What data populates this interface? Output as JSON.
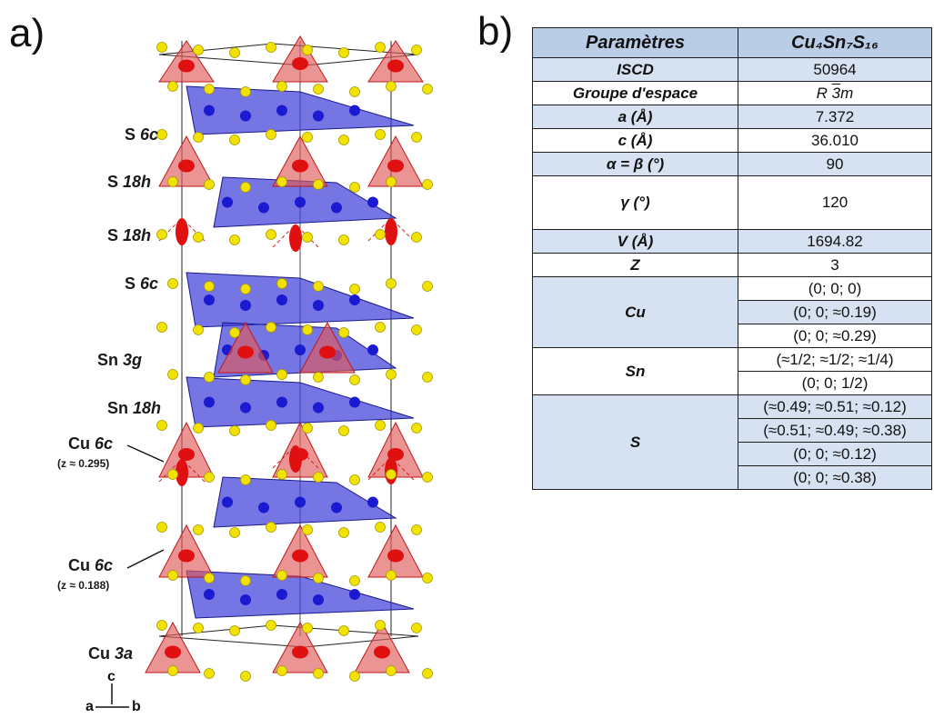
{
  "panels": {
    "a": "a)",
    "b": "b)"
  },
  "structure_labels": [
    {
      "element": "S",
      "site": "6c"
    },
    {
      "element": "S",
      "site": "18h"
    },
    {
      "element": "S",
      "site": "18h"
    },
    {
      "element": "S",
      "site": "6c"
    },
    {
      "element": "Sn",
      "site": "3g"
    },
    {
      "element": "Sn",
      "site": "18h"
    },
    {
      "element": "Cu",
      "site": "6c",
      "note": "(z ≈ 0.295)"
    },
    {
      "element": "Cu",
      "site": "6c",
      "note": "(z ≈ 0.188)"
    },
    {
      "element": "Cu",
      "site": "3a"
    }
  ],
  "axes": {
    "c": "c",
    "a": "a",
    "b": "b"
  },
  "table": {
    "header": [
      "Paramètres",
      "Cu₄Sn₇S₁₆"
    ],
    "rows": {
      "icsd": {
        "label": "ISCD",
        "value": "50964"
      },
      "space_group": {
        "label": "Groupe d'espace",
        "value_prefix": "R ",
        "value_bar": "3",
        "value_suffix": "m"
      },
      "a": {
        "label": "a (Å)",
        "value": "7.372"
      },
      "c": {
        "label": "c (Å)",
        "value": "36.010"
      },
      "alpha_beta": {
        "label": "α = β (°)",
        "value": "90"
      },
      "gamma": {
        "label": "γ (°)",
        "value": "120"
      },
      "volume": {
        "label": "V (Å)",
        "value": "1694.82"
      },
      "z": {
        "label": "Z",
        "value": "3"
      }
    },
    "cu": {
      "label": "Cu",
      "positions": [
        "(0; 0; 0)",
        "(0; 0; ≈0.19)",
        "(0; 0; ≈0.29)"
      ]
    },
    "sn": {
      "label": "Sn",
      "positions": [
        "(≈1/2; ≈1/2; ≈1/4)",
        "(0; 0; 1/2)"
      ]
    },
    "s": {
      "label": "S",
      "positions": [
        "(≈0.49; ≈0.51; ≈0.12)",
        "(≈0.51; ≈0.49; ≈0.38)",
        "(0; 0; ≈0.12)",
        "(0; 0; ≈0.38)"
      ]
    }
  },
  "colors": {
    "sulfur": "#f2e200",
    "copper": "#e01010",
    "tin": "#1a1ad0",
    "cu_polyhedra": "#e05a5a",
    "sn_polyhedra": "#3a3ad8",
    "table_blue": "#d6e2f1"
  }
}
